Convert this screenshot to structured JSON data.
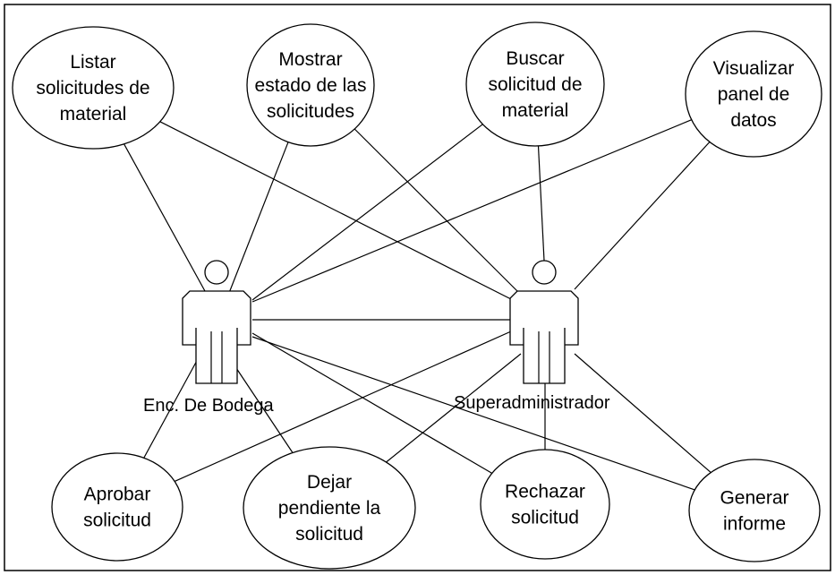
{
  "actors": [
    {
      "id": "enc",
      "label": "Enc. De Bodega"
    },
    {
      "id": "sup",
      "label": "Superadministrador"
    }
  ],
  "use_cases": [
    {
      "id": "listar",
      "lines": [
        "Listar",
        "solicitudes de",
        "material"
      ]
    },
    {
      "id": "mostrar",
      "lines": [
        "Mostrar",
        "estado de las",
        "solicitudes"
      ]
    },
    {
      "id": "buscar",
      "lines": [
        "Buscar",
        "solicitud de",
        "material"
      ]
    },
    {
      "id": "visualizar",
      "lines": [
        "Visualizar",
        "panel de",
        "datos"
      ]
    },
    {
      "id": "aprobar",
      "lines": [
        "Aprobar",
        "solicitud"
      ]
    },
    {
      "id": "dejar",
      "lines": [
        "Dejar",
        "pendiente la",
        "solicitud"
      ]
    },
    {
      "id": "rechazar",
      "lines": [
        "Rechazar",
        "solicitud"
      ]
    },
    {
      "id": "generar",
      "lines": [
        "Generar",
        "informe"
      ]
    }
  ],
  "associations": [
    [
      "enc",
      "listar"
    ],
    [
      "enc",
      "mostrar"
    ],
    [
      "enc",
      "buscar"
    ],
    [
      "enc",
      "visualizar"
    ],
    [
      "enc",
      "aprobar"
    ],
    [
      "enc",
      "dejar"
    ],
    [
      "enc",
      "rechazar"
    ],
    [
      "enc",
      "generar"
    ],
    [
      "enc",
      "sup"
    ],
    [
      "sup",
      "listar"
    ],
    [
      "sup",
      "mostrar"
    ],
    [
      "sup",
      "buscar"
    ],
    [
      "sup",
      "visualizar"
    ],
    [
      "sup",
      "aprobar"
    ],
    [
      "sup",
      "dejar"
    ],
    [
      "sup",
      "rechazar"
    ],
    [
      "sup",
      "generar"
    ]
  ]
}
